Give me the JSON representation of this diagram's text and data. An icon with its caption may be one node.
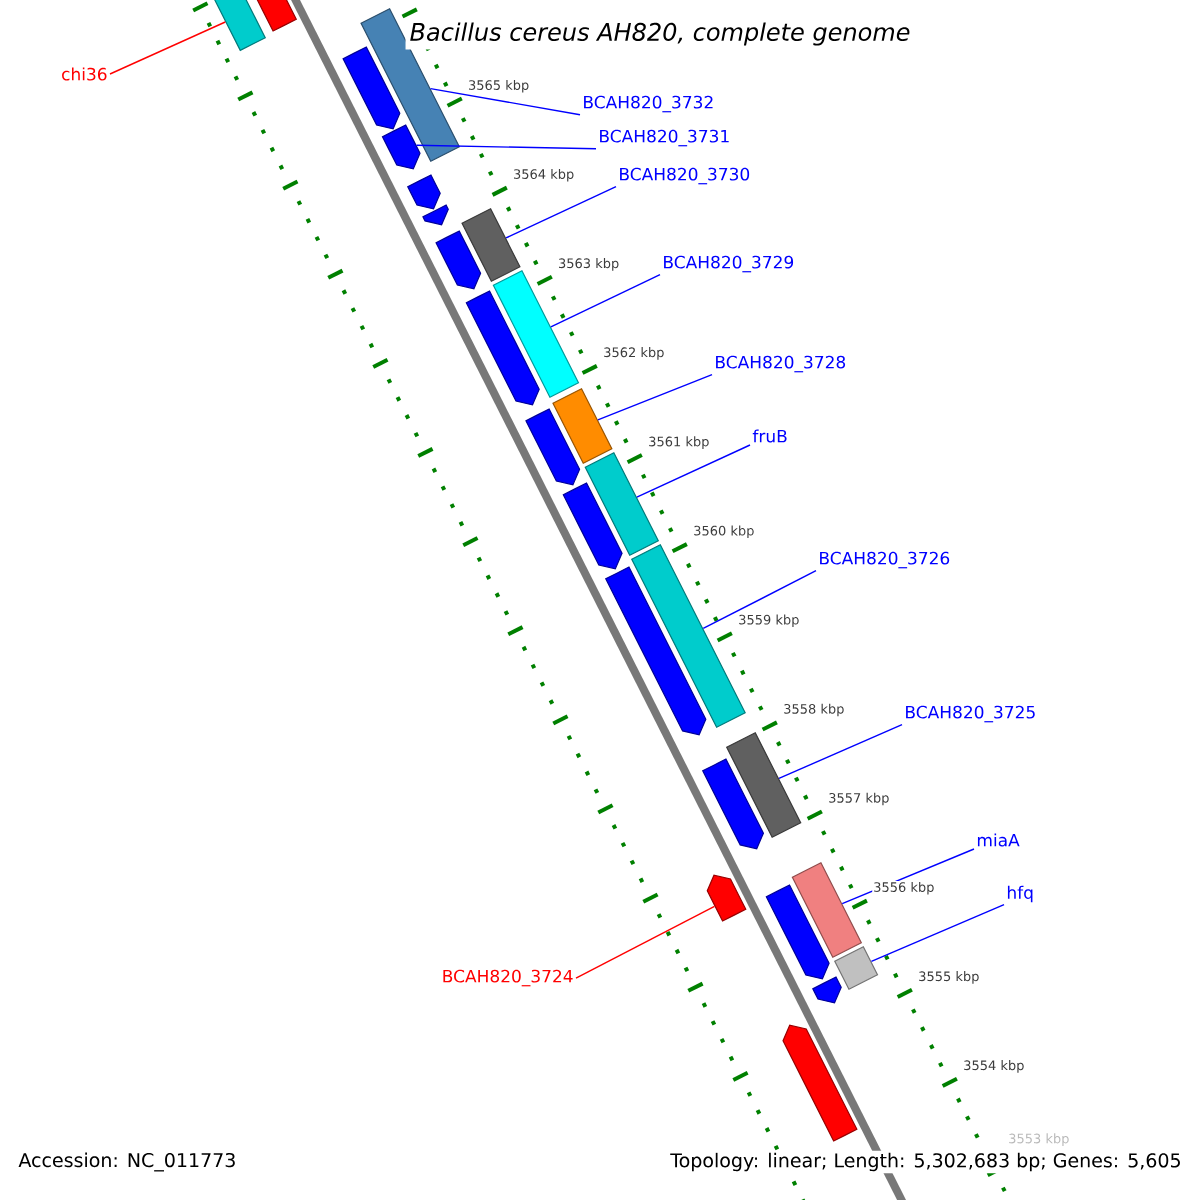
{
  "diagram": {
    "title": "Bacillus cereus AH820, complete genome",
    "nodes": [
      {
        "text": [
          "chi36"
        ]
      },
      {
        "text": [
          "BCAH820_3732"
        ]
      },
      {
        "text": [
          "BCAH820_3731"
        ]
      },
      {
        "text": [
          "BCAH820_3730"
        ]
      },
      {
        "text": [
          "BCAH820_3729"
        ]
      },
      {
        "text": [
          "BCAH820_3728"
        ]
      },
      {
        "text": [
          "fruB"
        ]
      },
      {
        "text": [
          "BCAH820_3726"
        ]
      },
      {
        "text": [
          "BCAH820_3725"
        ]
      },
      {
        "text": [
          "miaA"
        ]
      },
      {
        "text": [
          "hfq"
        ]
      },
      {
        "text": [
          "BCAH820_3724"
        ]
      },
      {
        "text": [],
        "shape": "box"
      },
      {
        "text": [],
        "shape": "pentagon"
      },
      {
        "text": [],
        "shape": "box"
      },
      {
        "text": [],
        "shape": "pentagon"
      },
      {
        "text": [],
        "shape": "pentagon"
      },
      {
        "text": [],
        "shape": "pentagon"
      },
      {
        "text": [],
        "shape": "pentagon"
      },
      {
        "text": [],
        "shape": "box"
      },
      {
        "text": [],
        "shape": "pentagon"
      },
      {
        "text": [],
        "shape": "box"
      },
      {
        "text": [],
        "shape": "pentagon"
      },
      {
        "text": [],
        "shape": "box"
      },
      {
        "text": [],
        "shape": "box"
      },
      {
        "text": [],
        "shape": "pentagon"
      },
      {
        "text": [],
        "shape": "pentagon"
      },
      {
        "text": [],
        "shape": "box"
      },
      {
        "text": [],
        "shape": "pentagon"
      },
      {
        "text": [],
        "shape": "pentagon"
      },
      {
        "text": [],
        "shape": "box"
      },
      {
        "text": [],
        "shape": "pentagon"
      },
      {
        "text": [],
        "shape": "box"
      },
      {
        "text": [],
        "shape": "pentagon"
      },
      {
        "text": [],
        "shape": "box"
      },
      {
        "text": [],
        "shape": "pentagon"
      },
      {
        "text": [],
        "shape": "pentagon"
      }
    ],
    "edges": [
      {
        "from": 0,
        "to": 12,
        "arrow": "none",
        "color": "#ff0000"
      },
      {
        "from": 1,
        "to": 14,
        "arrow": "none"
      },
      {
        "from": 2,
        "to": 16,
        "arrow": "none"
      },
      {
        "from": 3,
        "to": 19,
        "arrow": "none"
      },
      {
        "from": 4,
        "to": 21,
        "arrow": "none"
      },
      {
        "from": 5,
        "to": 23,
        "arrow": "none"
      },
      {
        "from": 6,
        "to": 24,
        "arrow": "none"
      },
      {
        "from": 7,
        "to": 27,
        "arrow": "none"
      },
      {
        "from": 8,
        "to": 30,
        "arrow": "none"
      },
      {
        "from": 9,
        "to": 32,
        "arrow": "none"
      },
      {
        "from": 10,
        "to": 34,
        "arrow": "none"
      },
      {
        "from": 11,
        "to": 31,
        "arrow": "none",
        "color": "#ff0000"
      }
    ],
    "labels": [
      "3565 kbp",
      "3564 kbp",
      "3563 kbp",
      "3562 kbp",
      "3561 kbp",
      "3560 kbp",
      "3559 kbp",
      "3558 kbp",
      "3557 kbp",
      "3556 kbp",
      "3555 kbp",
      "3554 kbp",
      "3553 kbp",
      "Accession: NC_011773",
      "Topology: linear; Length: 5,302,683 bp; Genes: 5,605"
    ]
  }
}
